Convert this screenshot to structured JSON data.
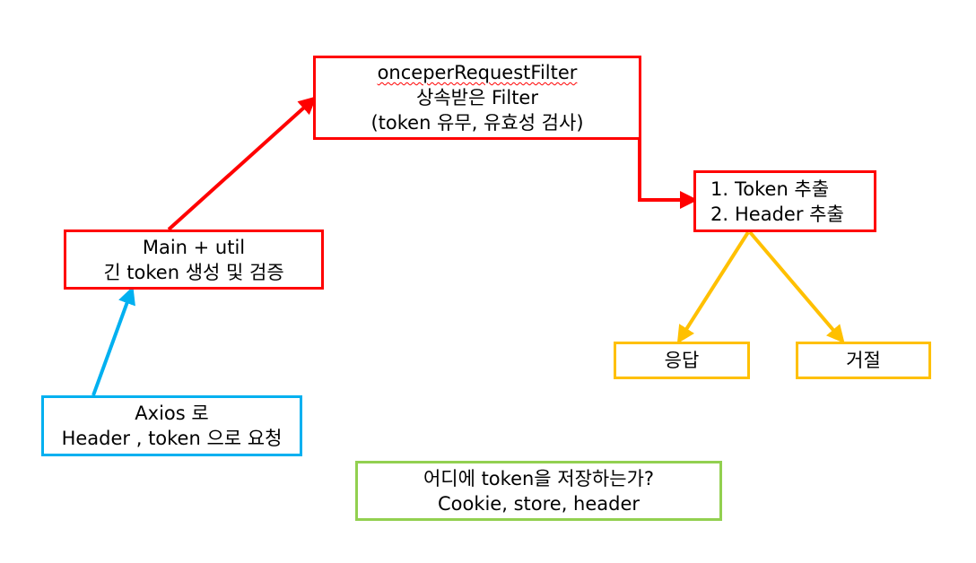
{
  "filter_box": {
    "title": "onceperRequestFilter",
    "line2": "상속받은 Filter",
    "line3": "(token 유무, 유효성 검사)"
  },
  "main_box": {
    "line1": "Main + util",
    "line2": "긴 token 생성 및 검증"
  },
  "axios_box": {
    "line1": "Axios 로",
    "line2": "Header , token 으로 요청"
  },
  "extract_box": {
    "items": [
      {
        "num": "1.",
        "label": "Token 추출"
      },
      {
        "num": "2.",
        "label": "Header 추출"
      }
    ]
  },
  "response_box": {
    "label": "응답"
  },
  "reject_box": {
    "label": "거절"
  },
  "question_box": {
    "line1": "어디에 token을 저장하는가?",
    "line2": "Cookie, store, header"
  },
  "colors": {
    "red": "#ff0000",
    "blue": "#00b0f0",
    "yellow": "#ffc000",
    "green": "#92d050"
  }
}
